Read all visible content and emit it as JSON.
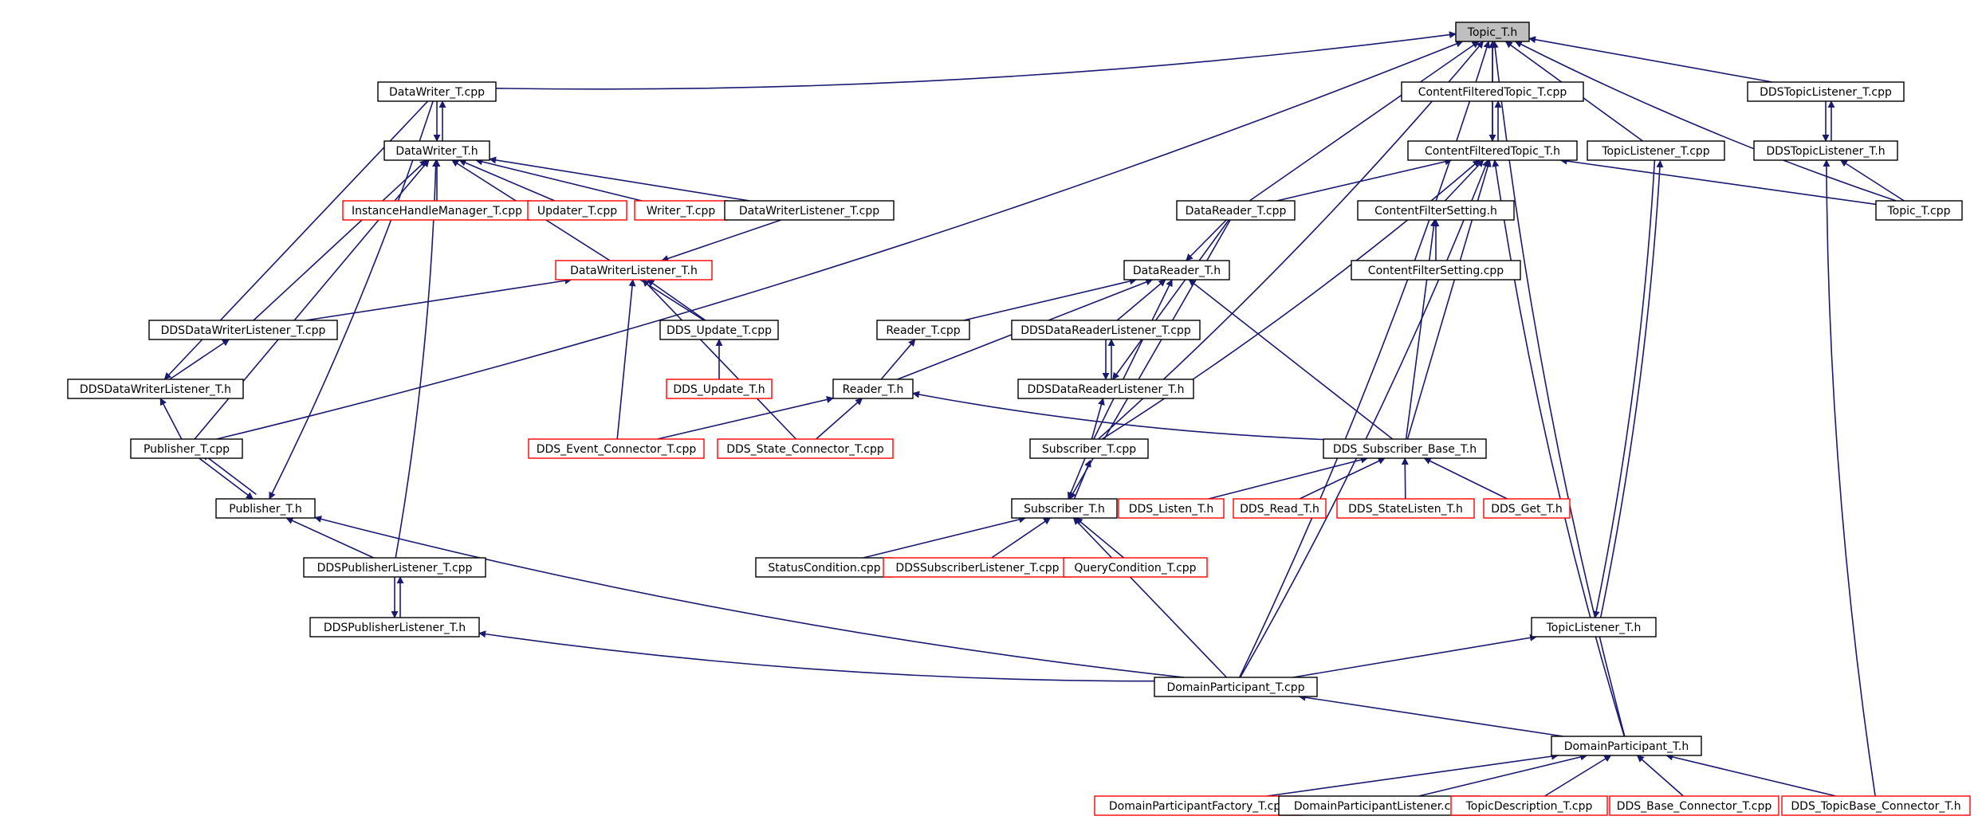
{
  "diagram": {
    "type": "include-dependency-graph",
    "root": "topic_t_h",
    "colors": {
      "edge": "#191970",
      "documented_border": "#000000",
      "undocumented_border": "#ff0000",
      "root_fill": "#bfbfbf"
    },
    "nodes": [
      {
        "id": "topic_t_h",
        "label": "Topic_T.h",
        "kind": "root"
      },
      {
        "id": "datawriter_t_cpp",
        "label": "DataWriter_T.cpp",
        "kind": "normal"
      },
      {
        "id": "cft_t_cpp",
        "label": "ContentFilteredTopic_T.cpp",
        "kind": "normal"
      },
      {
        "id": "ddstopiclistener_t_cpp",
        "label": "DDSTopicListener_T.cpp",
        "kind": "normal"
      },
      {
        "id": "datawriter_t_h",
        "label": "DataWriter_T.h",
        "kind": "normal"
      },
      {
        "id": "cft_t_h",
        "label": "ContentFilteredTopic_T.h",
        "kind": "normal"
      },
      {
        "id": "topiclistener_t_cpp",
        "label": "TopicListener_T.cpp",
        "kind": "normal"
      },
      {
        "id": "ddstopiclistener_t_h",
        "label": "DDSTopicListener_T.h",
        "kind": "normal"
      },
      {
        "id": "ihm_t_cpp",
        "label": "InstanceHandleManager_T.cpp",
        "kind": "missing"
      },
      {
        "id": "updater_t_cpp",
        "label": "Updater_T.cpp",
        "kind": "missing"
      },
      {
        "id": "writer_t_cpp",
        "label": "Writer_T.cpp",
        "kind": "missing"
      },
      {
        "id": "dwlistener_t_cpp",
        "label": "DataWriterListener_T.cpp",
        "kind": "normal"
      },
      {
        "id": "datareader_t_cpp",
        "label": "DataReader_T.cpp",
        "kind": "normal"
      },
      {
        "id": "cfsetting_h",
        "label": "ContentFilterSetting.h",
        "kind": "normal"
      },
      {
        "id": "topic_t_cpp",
        "label": "Topic_T.cpp",
        "kind": "normal"
      },
      {
        "id": "dwlistener_t_h",
        "label": "DataWriterListener_T.h",
        "kind": "missing"
      },
      {
        "id": "datareader_t_h",
        "label": "DataReader_T.h",
        "kind": "normal"
      },
      {
        "id": "cfsetting_cpp",
        "label": "ContentFilterSetting.cpp",
        "kind": "normal"
      },
      {
        "id": "ddsdwlistener_t_cpp",
        "label": "DDSDataWriterListener_T.cpp",
        "kind": "normal"
      },
      {
        "id": "dds_update_t_cpp",
        "label": "DDS_Update_T.cpp",
        "kind": "normal"
      },
      {
        "id": "reader_t_cpp",
        "label": "Reader_T.cpp",
        "kind": "normal"
      },
      {
        "id": "ddsdrlistener_t_cpp",
        "label": "DDSDataReaderListener_T.cpp",
        "kind": "normal"
      },
      {
        "id": "ddsdwlistener_t_h",
        "label": "DDSDataWriterListener_T.h",
        "kind": "normal"
      },
      {
        "id": "dds_update_t_h",
        "label": "DDS_Update_T.h",
        "kind": "missing"
      },
      {
        "id": "reader_t_h",
        "label": "Reader_T.h",
        "kind": "normal"
      },
      {
        "id": "ddsdrlistener_t_h",
        "label": "DDSDataReaderListener_T.h",
        "kind": "normal"
      },
      {
        "id": "publisher_t_cpp",
        "label": "Publisher_T.cpp",
        "kind": "normal"
      },
      {
        "id": "dds_event_connector_t_cpp",
        "label": "DDS_Event_Connector_T.cpp",
        "kind": "missing"
      },
      {
        "id": "dds_state_connector_t_cpp",
        "label": "DDS_State_Connector_T.cpp",
        "kind": "missing"
      },
      {
        "id": "subscriber_t_cpp",
        "label": "Subscriber_T.cpp",
        "kind": "normal"
      },
      {
        "id": "dds_subscriber_base_t_h",
        "label": "DDS_Subscriber_Base_T.h",
        "kind": "normal"
      },
      {
        "id": "publisher_t_h",
        "label": "Publisher_T.h",
        "kind": "normal"
      },
      {
        "id": "subscriber_t_h",
        "label": "Subscriber_T.h",
        "kind": "normal"
      },
      {
        "id": "dds_listen_t_h",
        "label": "DDS_Listen_T.h",
        "kind": "missing"
      },
      {
        "id": "dds_read_t_h",
        "label": "DDS_Read_T.h",
        "kind": "missing"
      },
      {
        "id": "dds_statelisten_t_h",
        "label": "DDS_StateListen_T.h",
        "kind": "missing"
      },
      {
        "id": "dds_get_t_h",
        "label": "DDS_Get_T.h",
        "kind": "missing"
      },
      {
        "id": "ddspublistener_t_cpp",
        "label": "DDSPublisherListener_T.cpp",
        "kind": "normal"
      },
      {
        "id": "statuscondition_cpp",
        "label": "StatusCondition.cpp",
        "kind": "normal"
      },
      {
        "id": "ddssublistener_t_cpp",
        "label": "DDSSubscriberListener_T.cpp",
        "kind": "missing"
      },
      {
        "id": "querycondition_t_cpp",
        "label": "QueryCondition_T.cpp",
        "kind": "missing"
      },
      {
        "id": "ddspublistener_t_h",
        "label": "DDSPublisherListener_T.h",
        "kind": "normal"
      },
      {
        "id": "topiclistener_t_h",
        "label": "TopicListener_T.h",
        "kind": "normal"
      },
      {
        "id": "domainparticipant_t_cpp",
        "label": "DomainParticipant_T.cpp",
        "kind": "normal"
      },
      {
        "id": "domainparticipant_t_h",
        "label": "DomainParticipant_T.h",
        "kind": "normal"
      },
      {
        "id": "dpfactory_t_cpp",
        "label": "DomainParticipantFactory_T.cpp",
        "kind": "missing"
      },
      {
        "id": "dplistener_cpp",
        "label": "DomainParticipantListener.cpp",
        "kind": "normal"
      },
      {
        "id": "topicdescription_t_cpp",
        "label": "TopicDescription_T.cpp",
        "kind": "missing"
      },
      {
        "id": "dds_base_connector_t_cpp",
        "label": "DDS_Base_Connector_T.cpp",
        "kind": "missing"
      },
      {
        "id": "dds_topicbase_connector_t_h",
        "label": "DDS_TopicBase_Connector_T.h",
        "kind": "missing"
      }
    ],
    "edges": [
      {
        "from": "datawriter_t_cpp",
        "to": "topic_t_h"
      },
      {
        "from": "datawriter_t_cpp",
        "to": "datawriter_t_h"
      },
      {
        "from": "datawriter_t_h",
        "to": "datawriter_t_cpp"
      },
      {
        "from": "datawriter_t_cpp",
        "to": "ddsdwlistener_t_h"
      },
      {
        "from": "datawriter_t_cpp",
        "to": "publisher_t_h"
      },
      {
        "from": "cft_t_cpp",
        "to": "topic_t_h"
      },
      {
        "from": "cft_t_cpp",
        "to": "cft_t_h"
      },
      {
        "from": "cft_t_h",
        "to": "cft_t_cpp"
      },
      {
        "from": "cft_t_h",
        "to": "topic_t_h"
      },
      {
        "from": "ddstopiclistener_t_cpp",
        "to": "topic_t_h"
      },
      {
        "from": "ddstopiclistener_t_cpp",
        "to": "ddstopiclistener_t_h"
      },
      {
        "from": "ddstopiclistener_t_h",
        "to": "ddstopiclistener_t_cpp"
      },
      {
        "from": "topiclistener_t_cpp",
        "to": "topic_t_h"
      },
      {
        "from": "topiclistener_t_cpp",
        "to": "topiclistener_t_h"
      },
      {
        "from": "topic_t_cpp",
        "to": "topic_t_h"
      },
      {
        "from": "topic_t_cpp",
        "to": "cft_t_h"
      },
      {
        "from": "topic_t_cpp",
        "to": "ddstopiclistener_t_h"
      },
      {
        "from": "ihm_t_cpp",
        "to": "datawriter_t_h"
      },
      {
        "from": "updater_t_cpp",
        "to": "datawriter_t_h"
      },
      {
        "from": "writer_t_cpp",
        "to": "datawriter_t_h"
      },
      {
        "from": "dwlistener_t_cpp",
        "to": "datawriter_t_h"
      },
      {
        "from": "dwlistener_t_cpp",
        "to": "dwlistener_t_h"
      },
      {
        "from": "dds_update_t_cpp",
        "to": "datawriter_t_h"
      },
      {
        "from": "ddsdwlistener_t_cpp",
        "to": "datawriter_t_h"
      },
      {
        "from": "ddsdwlistener_t_cpp",
        "to": "dwlistener_t_h"
      },
      {
        "from": "publisher_t_cpp",
        "to": "datawriter_t_h"
      },
      {
        "from": "ddspublistener_t_cpp",
        "to": "datawriter_t_h"
      },
      {
        "from": "datareader_t_cpp",
        "to": "topic_t_h"
      },
      {
        "from": "datareader_t_cpp",
        "to": "cft_t_h"
      },
      {
        "from": "datareader_t_cpp",
        "to": "datareader_t_h"
      },
      {
        "from": "datareader_t_cpp",
        "to": "ddsdrlistener_t_h"
      },
      {
        "from": "datareader_t_cpp",
        "to": "subscriber_t_h"
      },
      {
        "from": "cfsetting_h",
        "to": "cft_t_h"
      },
      {
        "from": "cfsetting_cpp",
        "to": "cfsetting_h"
      },
      {
        "from": "dds_subscriber_base_t_h",
        "to": "cfsetting_h"
      },
      {
        "from": "dds_subscriber_base_t_h",
        "to": "cft_t_h"
      },
      {
        "from": "dds_subscriber_base_t_h",
        "to": "datareader_t_h"
      },
      {
        "from": "dds_subscriber_base_t_h",
        "to": "reader_t_h"
      },
      {
        "from": "dds_update_t_cpp",
        "to": "dwlistener_t_h"
      },
      {
        "from": "dds_update_t_h",
        "to": "dds_update_t_cpp"
      },
      {
        "from": "dds_event_connector_t_cpp",
        "to": "dwlistener_t_h"
      },
      {
        "from": "dds_state_connector_t_cpp",
        "to": "dwlistener_t_h"
      },
      {
        "from": "dds_event_connector_t_cpp",
        "to": "reader_t_h"
      },
      {
        "from": "dds_state_connector_t_cpp",
        "to": "reader_t_h"
      },
      {
        "from": "reader_t_cpp",
        "to": "datareader_t_h"
      },
      {
        "from": "reader_t_h",
        "to": "reader_t_cpp"
      },
      {
        "from": "reader_t_h",
        "to": "datareader_t_h"
      },
      {
        "from": "ddsdrlistener_t_cpp",
        "to": "datareader_t_h"
      },
      {
        "from": "ddsdrlistener_t_cpp",
        "to": "ddsdrlistener_t_h"
      },
      {
        "from": "ddsdrlistener_t_h",
        "to": "ddsdrlistener_t_cpp"
      },
      {
        "from": "subscriber_t_cpp",
        "to": "ddsdrlistener_t_h"
      },
      {
        "from": "subscriber_t_cpp",
        "to": "datareader_t_h"
      },
      {
        "from": "subscriber_t_cpp",
        "to": "topic_t_h"
      },
      {
        "from": "subscriber_t_cpp",
        "to": "cft_t_h"
      },
      {
        "from": "subscriber_t_cpp",
        "to": "subscriber_t_h"
      },
      {
        "from": "subscriber_t_h",
        "to": "subscriber_t_cpp"
      },
      {
        "from": "ddsdwlistener_t_h",
        "to": "ddsdwlistener_t_cpp"
      },
      {
        "from": "publisher_t_cpp",
        "to": "ddsdwlistener_t_h"
      },
      {
        "from": "publisher_t_cpp",
        "to": "topic_t_h"
      },
      {
        "from": "publisher_t_cpp",
        "to": "publisher_t_h"
      },
      {
        "from": "publisher_t_h",
        "to": "publisher_t_cpp"
      },
      {
        "from": "ddspublistener_t_cpp",
        "to": "publisher_t_h"
      },
      {
        "from": "ddspublistener_t_cpp",
        "to": "ddspublistener_t_h"
      },
      {
        "from": "ddspublistener_t_h",
        "to": "ddspublistener_t_cpp"
      },
      {
        "from": "dds_listen_t_h",
        "to": "dds_subscriber_base_t_h"
      },
      {
        "from": "dds_read_t_h",
        "to": "dds_subscriber_base_t_h"
      },
      {
        "from": "dds_statelisten_t_h",
        "to": "dds_subscriber_base_t_h"
      },
      {
        "from": "dds_get_t_h",
        "to": "dds_subscriber_base_t_h"
      },
      {
        "from": "statuscondition_cpp",
        "to": "subscriber_t_h"
      },
      {
        "from": "ddssublistener_t_cpp",
        "to": "subscriber_t_h"
      },
      {
        "from": "querycondition_t_cpp",
        "to": "subscriber_t_h"
      },
      {
        "from": "topiclistener_t_h",
        "to": "topiclistener_t_cpp"
      },
      {
        "from": "domainparticipant_t_cpp",
        "to": "topic_t_h"
      },
      {
        "from": "domainparticipant_t_cpp",
        "to": "publisher_t_h"
      },
      {
        "from": "domainparticipant_t_cpp",
        "to": "ddspublistener_t_h"
      },
      {
        "from": "domainparticipant_t_cpp",
        "to": "subscriber_t_h"
      },
      {
        "from": "domainparticipant_t_cpp",
        "to": "topiclistener_t_h"
      },
      {
        "from": "domainparticipant_t_cpp",
        "to": "cft_t_h"
      },
      {
        "from": "domainparticipant_t_h",
        "to": "domainparticipant_t_cpp"
      },
      {
        "from": "domainparticipant_t_h",
        "to": "topic_t_h"
      },
      {
        "from": "domainparticipant_t_h",
        "to": "cft_t_h"
      },
      {
        "from": "dpfactory_t_cpp",
        "to": "domainparticipant_t_h"
      },
      {
        "from": "dplistener_cpp",
        "to": "domainparticipant_t_h"
      },
      {
        "from": "topicdescription_t_cpp",
        "to": "domainparticipant_t_h"
      },
      {
        "from": "dds_base_connector_t_cpp",
        "to": "domainparticipant_t_h"
      },
      {
        "from": "dds_topicbase_connector_t_h",
        "to": "domainparticipant_t_h"
      },
      {
        "from": "dds_topicbase_connector_t_h",
        "to": "ddstopiclistener_t_h"
      }
    ]
  }
}
